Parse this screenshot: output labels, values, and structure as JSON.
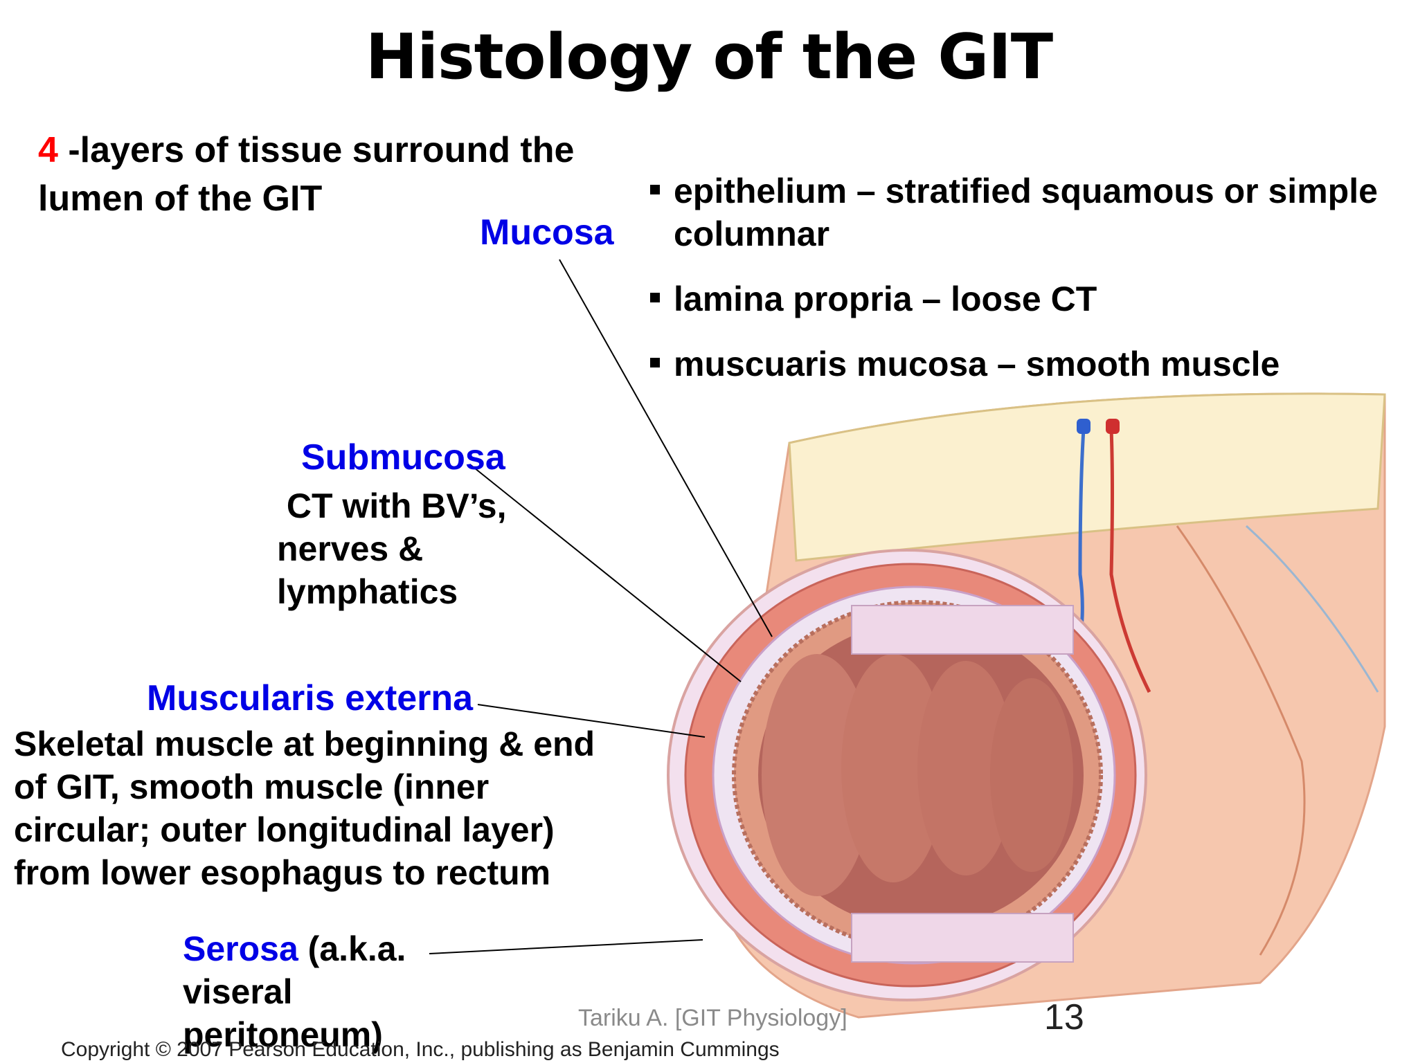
{
  "title": "Histology of the GIT",
  "intro": {
    "number": "4",
    "rest": " -layers of tissue surround the lumen of the GIT"
  },
  "mucosa": {
    "label": "Mucosa",
    "items": [
      "epithelium – stratified squamous or simple columnar",
      "lamina propria – loose CT",
      "muscuaris mucosa – smooth muscle"
    ]
  },
  "submucosa": {
    "label": "Submucosa",
    "description": [
      " CT with BV’s,",
      "nerves &",
      "lymphatics"
    ]
  },
  "muscularis": {
    "label": "Muscularis externa",
    "description": [
      "Skeletal muscle at beginning & end",
      "of GIT, smooth muscle (inner",
      "circular; outer longitudinal layer)",
      "from lower esophagus to rectum"
    ]
  },
  "serosa": {
    "label": "Serosa",
    "rest_lines": [
      " (a.k.a.",
      "viseral",
      "peritoneum)"
    ]
  },
  "footer": "Tariku A. [GIT Physiology]",
  "page_number": "13",
  "copyright": "Copyright © 2007 Pearson Education, Inc., publishing as Benjamin Cummings",
  "colors": {
    "label_blue": "#0000e6",
    "accent_red": "#ff0000",
    "tissue": "#d9776a",
    "lumen": "#b5655c"
  }
}
